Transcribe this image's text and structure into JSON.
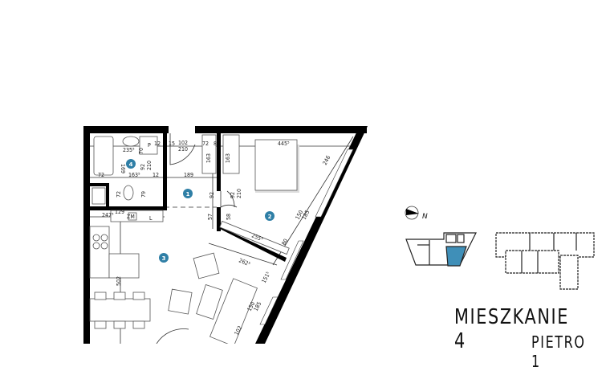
{
  "apartment": {
    "title": "MIESZKANIE 4",
    "floor": "PIETRO 1"
  },
  "compass": {
    "label": "N",
    "icon": "north-arrow-icon"
  },
  "colors": {
    "room_marker": "#2f7fa6",
    "highlight": "#3f8fb8",
    "wall": "#000000"
  },
  "rooms": [
    {
      "number": "1"
    },
    {
      "number": "2"
    },
    {
      "number": "3"
    },
    {
      "number": "4"
    }
  ],
  "dimensions": [
    "235⁵",
    "70",
    "P",
    "12",
    "15",
    "102",
    "210",
    "72",
    "8",
    "163",
    "163",
    "445⁵",
    "169",
    "92",
    "210",
    "72",
    "163⁵",
    "12",
    "189",
    "246",
    "72",
    "79",
    "92",
    "92",
    "210",
    "247⁵",
    "129",
    "ZM",
    "L",
    "57",
    "58",
    "255⁵",
    "150",
    "185",
    "80",
    "262⁵",
    "502",
    "151⁵",
    "150",
    "185",
    "102"
  ]
}
